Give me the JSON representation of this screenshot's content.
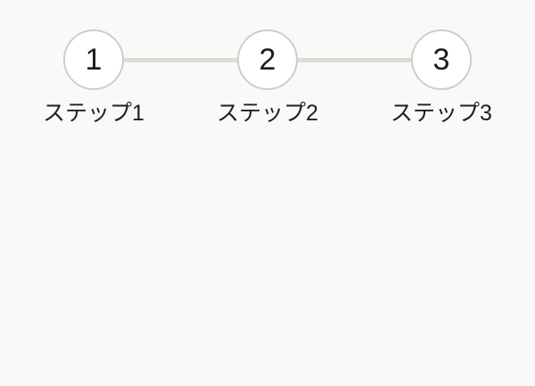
{
  "stepper": {
    "steps": [
      {
        "number": "1",
        "label": "ステップ1"
      },
      {
        "number": "2",
        "label": "ステップ2"
      },
      {
        "number": "3",
        "label": "ステップ3"
      }
    ],
    "colors": {
      "background": "#faf9f7",
      "circle_fill": "#ffffff",
      "circle_border": "#d0cdc8",
      "connector": "#dedbd6",
      "number_text": "#1c1c1c",
      "label_text": "#1f1f1f"
    }
  }
}
